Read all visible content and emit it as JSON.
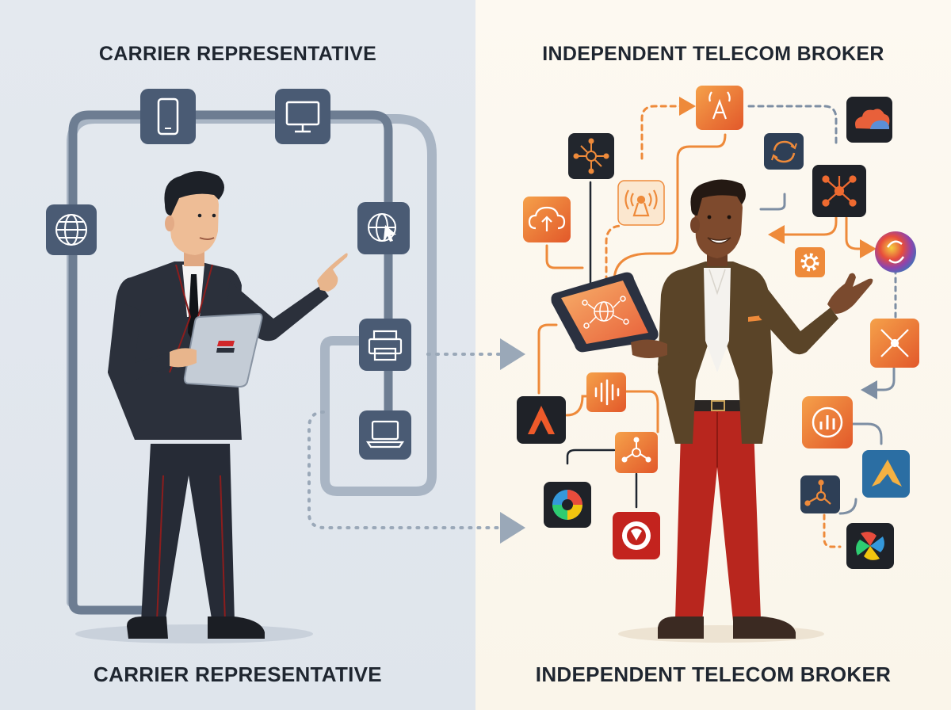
{
  "left_panel": {
    "title_top": "CARRIER REPRESENTATIVE",
    "title_bottom": "CARRIER REPRESENTATIVE",
    "nodes": [
      "phone-icon",
      "monitor-icon",
      "globe-icon",
      "globe-cursor-icon",
      "printer-icon",
      "laptop-icon"
    ]
  },
  "right_panel": {
    "title_top": "INDEPENDENT TELECOM BROKER",
    "title_bottom": "INDEPENDENT TELECOM BROKER",
    "nodes": [
      "signal-tower-icon",
      "cloud-icon",
      "network-hub-icon",
      "sync-icon",
      "cloud-upload-icon",
      "broadcast-icon",
      "network-icon",
      "rainbow-sphere-icon",
      "gear-icon",
      "nodes-icon",
      "analytics-icon",
      "triangle-logo-icon",
      "mountain-logo-icon",
      "soundwave-icon",
      "aperture-icon",
      "hub-icon",
      "pinwheel-icon",
      "red-logo-icon"
    ]
  },
  "colors": {
    "left_bg": "#e2e8ee",
    "right_bg": "#fcf8ef",
    "node_blue": "#4a5b74",
    "accent_orange": "#ee7b2f",
    "broker_pants": "#b8261e",
    "rep_suit": "#262b36"
  }
}
